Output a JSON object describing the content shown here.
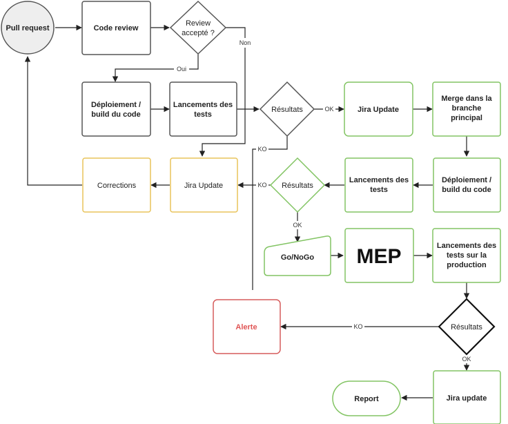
{
  "colors": {
    "default_border": "#555555",
    "green_border": "#82c463",
    "yellow_border": "#e8c35a",
    "red_border": "#d65b5b",
    "alert_text": "#e05555",
    "start_fill": "#eeeeee",
    "edge": "#222222"
  },
  "nodes": {
    "pull_request": "Pull request",
    "code_review": "Code review",
    "review_accepte": [
      "Review",
      "accepté ?"
    ],
    "deploiement_1": [
      "Déploiement /",
      "build du code"
    ],
    "lancements_1": [
      "Lancements des",
      "tests"
    ],
    "resultats_1": "Résultats",
    "jira_update_green": "Jira Update",
    "merge": [
      "Merge dans la",
      "branche",
      "principal"
    ],
    "deploiement_2": [
      "Déploiement /",
      "build du code"
    ],
    "lancements_2": [
      "Lancements des",
      "tests"
    ],
    "resultats_2": "Résultats",
    "jira_update_yellow": "Jira Update",
    "corrections": "Corrections",
    "gonogo": "Go/NoGo",
    "mep": "MEP",
    "lancements_prod": [
      "Lancements des",
      "tests sur la",
      "production"
    ],
    "resultats_3": "Résultats",
    "alerte": "Alerte",
    "jira_update_final": "Jira update",
    "report": "Report"
  },
  "edge_labels": {
    "non": "Non",
    "oui": "Oui",
    "ok1": "OK",
    "ko1": "KO",
    "ko2": "KO",
    "ok2": "OK",
    "ko3": "KO",
    "ok3": "OK"
  }
}
